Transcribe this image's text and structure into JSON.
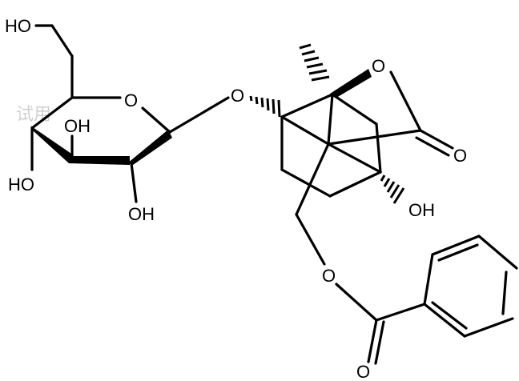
{
  "watermark": {
    "text": "试用",
    "color": "#e11b22"
  },
  "atom_labels": {
    "ho_top": "HO",
    "o_ring": "O",
    "oh_ring": "OH",
    "ho_left": "HO",
    "oh_bottom": "OH",
    "o_glycosidic": "O",
    "o_lactone": "O",
    "o_carbonyl": "O",
    "oh_right": "OH",
    "o_ester": "O",
    "o_ester_carbonyl": "O"
  },
  "colors": {
    "ink": "#000000",
    "background": "#ffffff"
  }
}
